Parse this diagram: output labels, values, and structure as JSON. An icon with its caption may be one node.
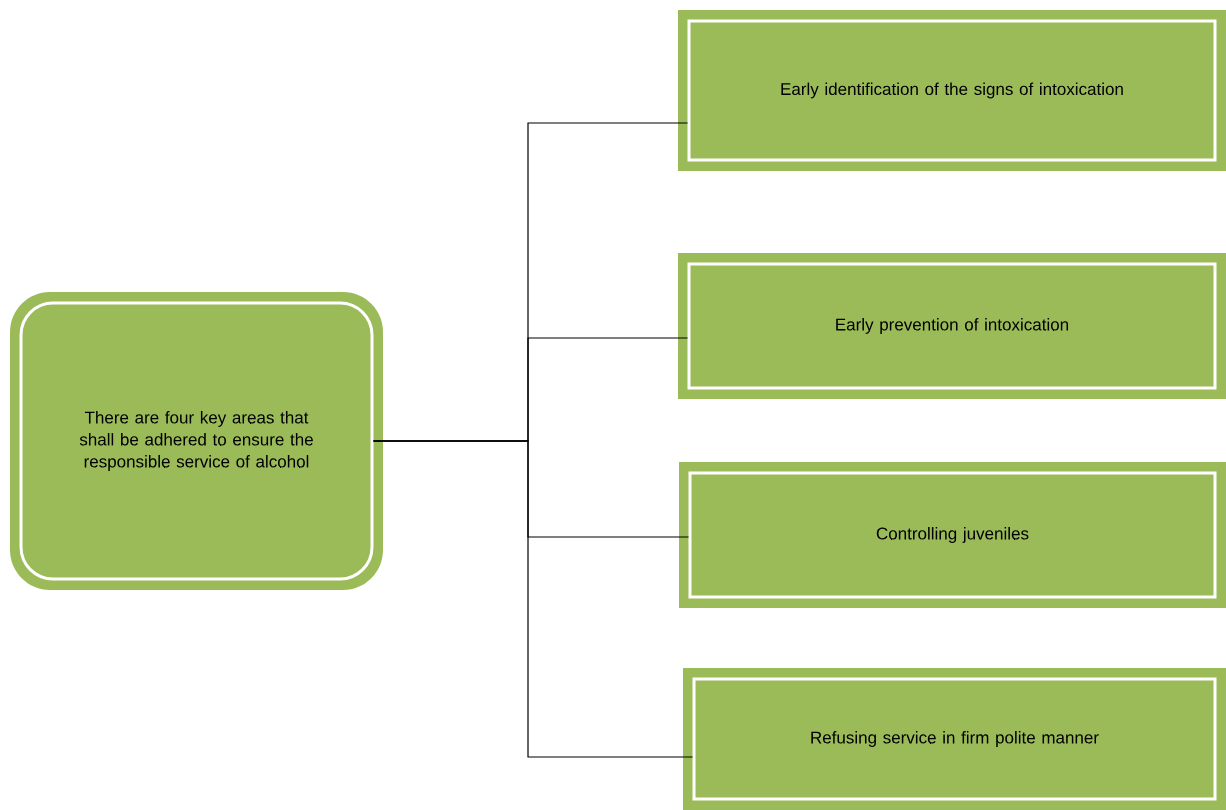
{
  "diagram": {
    "nodes": [
      {
        "text": [
          "There are four key areas that shall be adhered to ensure the responsible service of alcohol"
        ]
      },
      {
        "text": [
          "Early identification of the signs of intoxication"
        ]
      },
      {
        "text": [
          "Early prevention of intoxication"
        ]
      },
      {
        "text": [
          "Controlling juveniles"
        ]
      },
      {
        "text": [
          "Refusing service in firm polite manner"
        ]
      }
    ],
    "edges": [
      {
        "from": 0,
        "to": 1,
        "arrow": "none"
      },
      {
        "from": 0,
        "to": 2,
        "arrow": "none"
      },
      {
        "from": 0,
        "to": 3,
        "arrow": "none"
      },
      {
        "from": 0,
        "to": 4,
        "arrow": "none"
      }
    ]
  }
}
